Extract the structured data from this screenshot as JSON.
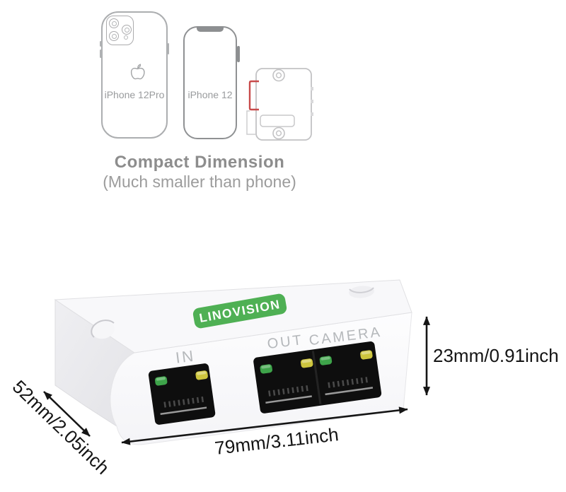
{
  "comparison": {
    "phones": [
      {
        "label": "iPhone 12Pro"
      },
      {
        "label": "iPhone 12"
      }
    ],
    "caption_title": "Compact Dimension",
    "caption_subtitle": "(Much smaller than phone)"
  },
  "device": {
    "brand_label": "LINOVISION",
    "port_labels": [
      "IN",
      "OUT",
      "CAMERA"
    ],
    "dimensions": {
      "height": "23mm/0.91inch",
      "depth": "52mm/2.05inch",
      "width": "79mm/3.11inch"
    }
  },
  "colors": {
    "brand_green": "#4fb054",
    "led_green": "#3ea44a",
    "led_yellow": "#cdc53e",
    "port_black": "#0e0e0e",
    "port_label_gray": "#b5b8bb",
    "caption_gray": "#8d8d8d",
    "phone_outline_gray": "#acaeb0",
    "dimension_text": "#141414",
    "clip_red": "#c84b4b"
  }
}
